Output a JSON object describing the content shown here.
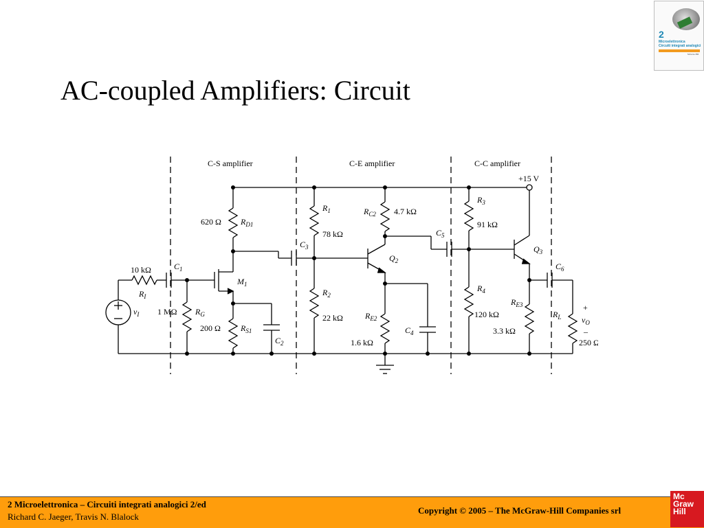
{
  "slide": {
    "title": "AC-coupled Amplifiers: Circuit"
  },
  "book_thumbnail": {
    "number": "2",
    "line1": "Microelettronica",
    "line2": "Circuiti integrati analogici",
    "publisher": "McGraw-Hill"
  },
  "circuit": {
    "stages": [
      "C-S amplifier",
      "C-E  amplifier",
      "C-C amplifier"
    ],
    "supply": "+15 V",
    "ri": {
      "label": "R",
      "sub": "I",
      "value": "10 kΩ"
    },
    "c1": {
      "label": "C",
      "sub": "1"
    },
    "vi": {
      "label": "v",
      "sub": "I"
    },
    "rg": {
      "label": "R",
      "sub": "G",
      "value": "1 MΩ"
    },
    "rd1": {
      "label": "R",
      "sub": "D1",
      "value": "620 Ω"
    },
    "m1": {
      "label": "M",
      "sub": "1"
    },
    "rs1": {
      "label": "R",
      "sub": "S1",
      "value": "200 Ω"
    },
    "c2": {
      "label": "C",
      "sub": "2"
    },
    "c3": {
      "label": "C",
      "sub": "3"
    },
    "r1": {
      "label": "R",
      "sub": "1",
      "value": "78 kΩ"
    },
    "r2": {
      "label": "R",
      "sub": "2",
      "value": "22 kΩ"
    },
    "rc2": {
      "label": "R",
      "sub": "C2",
      "value": "4.7 kΩ"
    },
    "q2": {
      "label": "Q",
      "sub": "2"
    },
    "re2": {
      "label": "R",
      "sub": "E2",
      "value": "1.6 kΩ"
    },
    "c4": {
      "label": "C",
      "sub": "4"
    },
    "c5": {
      "label": "C",
      "sub": "5"
    },
    "r3": {
      "label": "R",
      "sub": "3",
      "value": "91 kΩ"
    },
    "r4": {
      "label": "R",
      "sub": "4",
      "value": "120 kΩ"
    },
    "q3": {
      "label": "Q",
      "sub": "3"
    },
    "re3": {
      "label": "R",
      "sub": "E3",
      "value": "3.3 kΩ"
    },
    "c6": {
      "label": "C",
      "sub": "6"
    },
    "rl": {
      "label": "R",
      "sub": "L",
      "value": "250 Ω"
    },
    "vo": {
      "label": "v",
      "sub": "O"
    },
    "plus": "+",
    "minus": "–"
  },
  "footer": {
    "line1": "2 Microelettronica – Circuiti integrati analogici 2/ed",
    "line2": "Richard C. Jaeger, Travis N. Blalock",
    "copyright": "Copyright © 2005 – The McGraw-Hill Companies srl"
  },
  "logo": {
    "line1": "Mc",
    "line2": "Graw",
    "line3": "Hill"
  },
  "colors": {
    "footer": "#ff9d0c",
    "logo": "#d71920",
    "thumbnail_accent": "#1e88b5"
  }
}
